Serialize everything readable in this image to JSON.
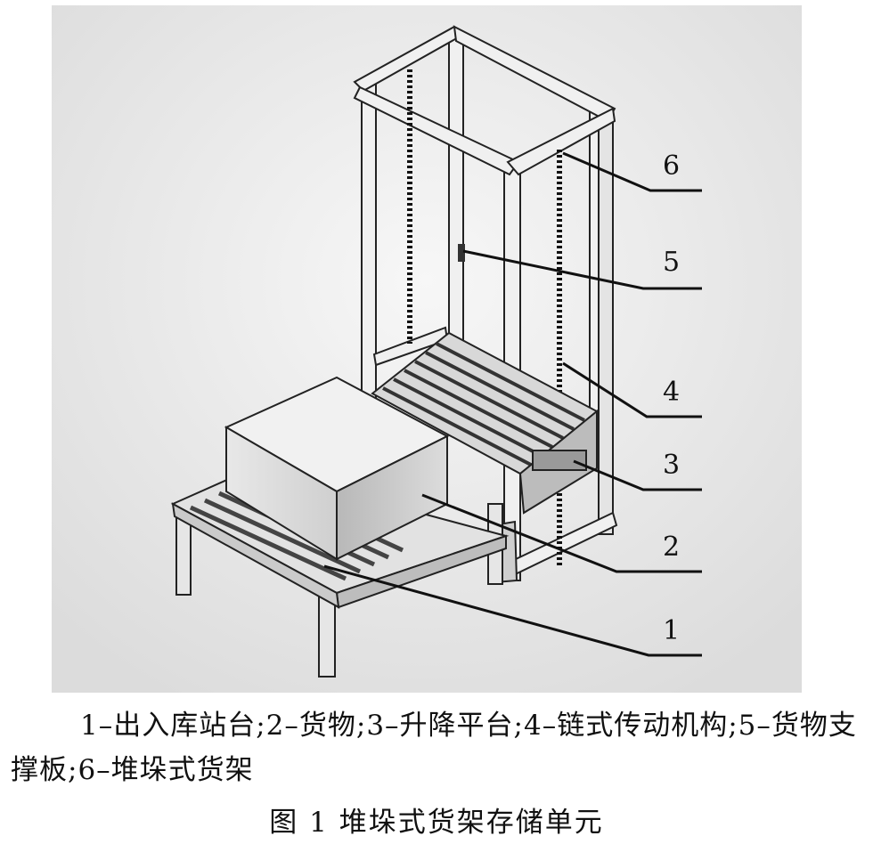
{
  "callouts": [
    {
      "number": "6",
      "part": "堆垛式货架"
    },
    {
      "number": "5",
      "part": "货物支撑板"
    },
    {
      "number": "4",
      "part": "链式传动机构"
    },
    {
      "number": "3",
      "part": "升降平台"
    },
    {
      "number": "2",
      "part": "货物"
    },
    {
      "number": "1",
      "part": "出入库站台"
    }
  ],
  "legend": "1–出入库站台;2–货物;3–升降平台;4–链式传动机构;5–货物支撑板;6–堆垛式货架",
  "caption": "图 1 堆垛式货架存储单元",
  "colors": {
    "frame": "#2b2b2b",
    "frame_light": "#d9d9d9",
    "box_front": "#c9c9c9",
    "box_top": "#ececec",
    "backdrop": "#e8e8e8"
  }
}
